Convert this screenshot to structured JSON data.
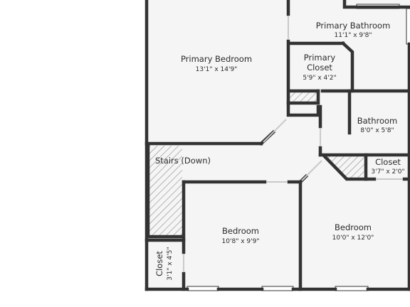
{
  "rooms": {
    "primary_bedroom": {
      "name": "Primary Bedroom",
      "dims": "13'1\" x 14'9\""
    },
    "primary_bathroom": {
      "name": "Primary Bathroom",
      "dims": "11'1\" x 9'8\""
    },
    "primary_closet": {
      "name_line1": "Primary",
      "name_line2": "Closet",
      "dims": "5'9\" x 4'2\""
    },
    "bathroom": {
      "name": "Bathroom",
      "dims": "8'0\" x 5'8\""
    },
    "closet_right": {
      "name": "Closet",
      "dims": "3'7\" x 2'0\""
    },
    "stairs": {
      "name": "Stairs (Down)"
    },
    "bedroom_center": {
      "name": "Bedroom",
      "dims": "10'8\" x 9'9\""
    },
    "bedroom_right": {
      "name": "Bedroom",
      "dims": "10'0\" x 12'0\""
    },
    "closet_left": {
      "name": "Closet",
      "dims": "3'1\" x 4'5\""
    }
  },
  "colors": {
    "wall": "#333333",
    "floor": "#f5f5f5",
    "hatch": "#8a8a8a",
    "window": "#d6d6d6"
  }
}
